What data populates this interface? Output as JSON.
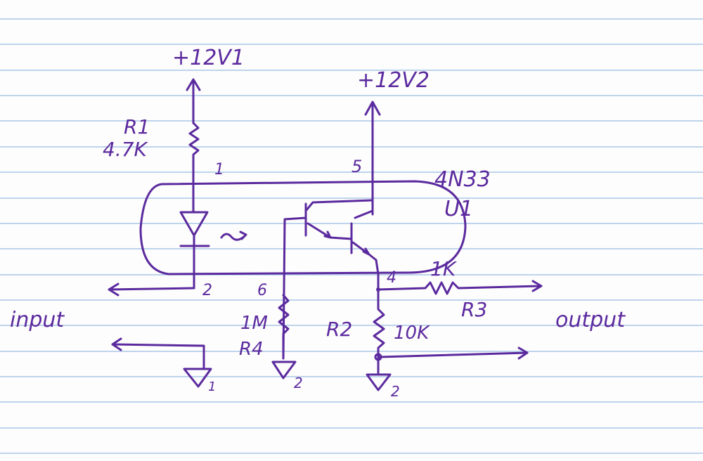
{
  "supply1": "+12V1",
  "supply2": "+12V2",
  "r1": {
    "name": "R1",
    "value": "4.7K"
  },
  "pins": {
    "p1": "1",
    "p5": "5",
    "p2": "2",
    "p6": "6",
    "p4": "4"
  },
  "chip": {
    "part": "4N33",
    "ref": "U1"
  },
  "r3": {
    "name": "R3",
    "value": "1K"
  },
  "r4": {
    "name": "R4",
    "value": "1M"
  },
  "r2": {
    "name": "R2",
    "value": "10K"
  },
  "input_label": "input",
  "output_label": "output",
  "grounds": {
    "g1": "1",
    "g2a": "2",
    "g2b": "2"
  },
  "colors": {
    "ink": "#5b2a9e",
    "rule": "#a9c6e6"
  }
}
